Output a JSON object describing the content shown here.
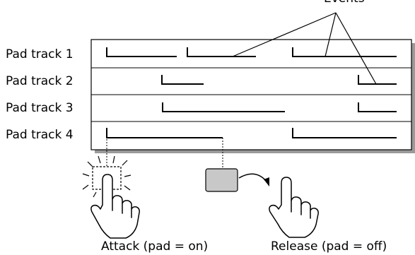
{
  "diagram": {
    "top_label": "Events",
    "tracks": [
      {
        "label": "Pad track 1"
      },
      {
        "label": "Pad track 2"
      },
      {
        "label": "Pad track 3"
      },
      {
        "label": "Pad track 4"
      }
    ],
    "captions": {
      "attack": "Attack (pad = on)",
      "release": "Release (pad = off)"
    },
    "colors": {
      "line": "#000000",
      "grid_shadow": "#9a9a9a",
      "release_pad": "#c8c8c8"
    },
    "icons": [
      "pressing-finger-icon",
      "lifting-finger-icon",
      "glowing-pad-icon",
      "released-pad-icon",
      "curved-arrow-icon"
    ]
  }
}
